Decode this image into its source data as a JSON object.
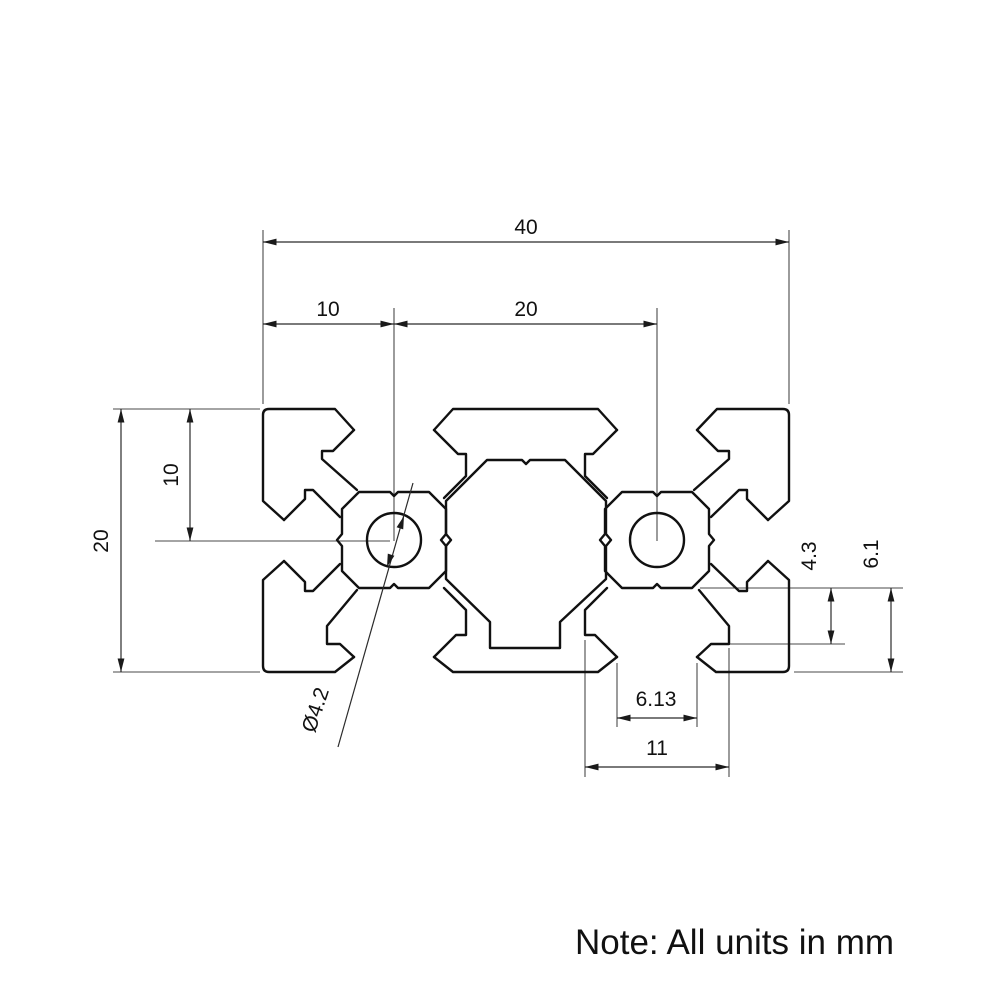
{
  "drawing": {
    "note": "Note: All units in mm",
    "dimensions": {
      "overall_width": "40",
      "left_hole_offset": "10",
      "hole_spacing": "20",
      "overall_height": "20",
      "vertical_hole_offset": "10",
      "slot_lip_depth": "4.3",
      "slot_depth": "6.1",
      "slot_opening_width": "6.13",
      "slot_inner_width": "11",
      "hole_diameter": "Ø4.2"
    },
    "colors": {
      "outline": "#111111",
      "dimension_line": "#2b2b2b",
      "extension_line": "#4a4a4a",
      "background": "#ffffff"
    }
  }
}
